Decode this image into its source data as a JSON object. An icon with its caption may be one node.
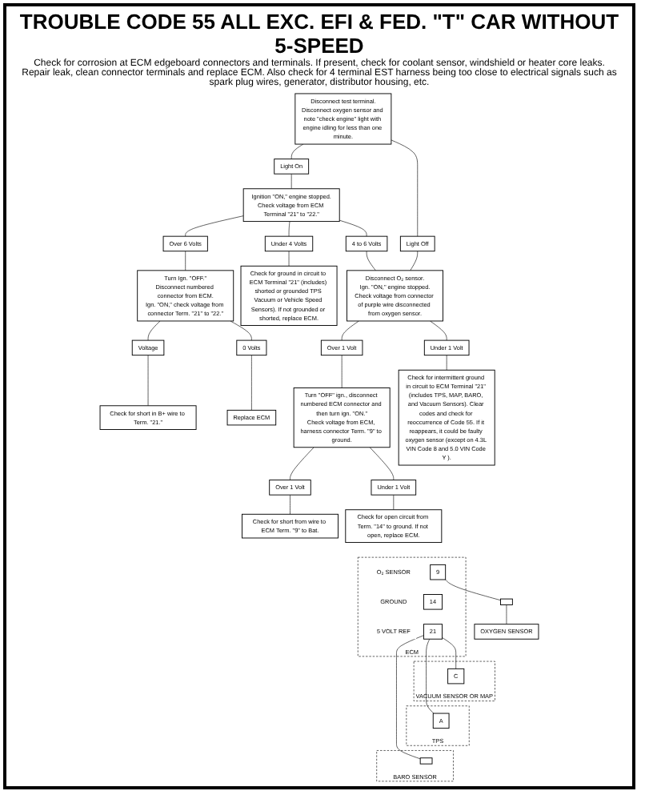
{
  "diagram": {
    "title": "TROUBLE CODE 55 ALL EXC. EFI & FED. \"T\" CAR WITHOUT 5-SPEED",
    "nodes": [
      {
        "text": [
          "Disconnect test terminal.",
          "Disconnect oxygen sensor and note \"check engine\" light with engine idling for less than one minute."
        ]
      },
      {
        "text": [
          "Light On"
        ]
      },
      {
        "text": [
          "Light Off"
        ]
      },
      {
        "text": [
          "Ignition \"ON,\" engine stopped.",
          "Check voltage from ECM Terminal \"21\" to \"22.\""
        ]
      },
      {
        "text": [
          "Over 6 Volts"
        ]
      },
      {
        "text": [
          "Under 4 Volts"
        ]
      },
      {
        "text": [
          "4 to 6 Volts"
        ]
      },
      {
        "text": [
          "Turn Ign. \"OFF.\"",
          "Disconnect numbered connector from ECM.",
          "Ign. \"ON,\" check voltage from connector Term. \"21\" to \"22.\""
        ]
      },
      {
        "text": [
          "Check for ground in circuit to ECM Terminal \"21\" (includes) shorted or grounded TPS Vacuum or Vehicle Speed Sensors). If not grounded or shorted, replace ECM."
        ]
      },
      {
        "text": [
          "Disconnect O₂ sensor.",
          "Ign. \"ON,\" engine stopped.",
          "Check voltage from connector of purple wire disconnected from oxygen sensor."
        ]
      },
      {
        "text": [
          "Voltage"
        ]
      },
      {
        "text": [
          "0 Volts"
        ]
      },
      {
        "text": [
          "Check for short in B+ wire to Term. \"21.\""
        ]
      },
      {
        "text": [
          "Replace ECM"
        ]
      },
      {
        "text": [
          "Over 1 Volt"
        ]
      },
      {
        "text": [
          "Under 1 Volt"
        ]
      },
      {
        "text": [
          "Turn \"OFF\" ign., disconnect numbered ECM connector and then turn ign. \"ON.\"",
          "Check voltage from ECM, harness connector Term. \"9\" to ground."
        ]
      },
      {
        "text": [
          "Check for intermittent ground in circuit to ECM Terminal \"21\" (includes TPS, MAP, BARO, and Vacuum Sensors). Clear codes and check for reoccurrence of Code 55. If it reappears, it could be faulty oxygen sensor (except on 4.3L VIN Code 8 and 5.0 VIN Code Y )."
        ]
      },
      {
        "text": [
          "Over 1 Volt"
        ]
      },
      {
        "text": [
          "Under 1 Volt"
        ]
      },
      {
        "text": [
          "Check for short from wire to ECM Term. \"9\" to Bat."
        ]
      },
      {
        "text": [
          "Check for open circuit from Term. \"14\" to ground. If not open, replace ECM."
        ]
      },
      {
        "text": [
          "ECM"
        ]
      },
      {
        "text": [
          "O₂ SENSOR"
        ],
        "in": 22
      },
      {
        "text": [
          "9"
        ],
        "in": 22
      },
      {
        "text": [
          "GROUND"
        ],
        "in": 22
      },
      {
        "text": [
          "14"
        ],
        "in": 22
      },
      {
        "text": [
          "5 VOLT REF"
        ],
        "in": 22
      },
      {
        "text": [
          "21"
        ],
        "in": 22
      },
      {
        "text": [],
        "shape": "box"
      },
      {
        "text": [
          "OXYGEN SENSOR"
        ]
      },
      {
        "text": [
          "VACUUM SENSOR OR MAP"
        ]
      },
      {
        "text": [
          "C"
        ],
        "in": 31
      },
      {
        "text": [
          "TPS"
        ]
      },
      {
        "text": [
          "A"
        ],
        "in": 33
      },
      {
        "text": [
          "BARO SENSOR"
        ]
      },
      {
        "text": [],
        "shape": "box",
        "in": 35
      }
    ],
    "edges": [
      {
        "from": 0,
        "to": 1,
        "arrow": "none"
      },
      {
        "from": 0,
        "to": 2,
        "arrow": "none"
      },
      {
        "from": 1,
        "to": 3,
        "arrow": "none"
      },
      {
        "from": 3,
        "to": 4,
        "arrow": "none"
      },
      {
        "from": 3,
        "to": 5,
        "arrow": "none"
      },
      {
        "from": 3,
        "to": 6,
        "arrow": "none"
      },
      {
        "from": 4,
        "to": 7,
        "arrow": "none"
      },
      {
        "from": 5,
        "to": 8,
        "arrow": "none"
      },
      {
        "from": 6,
        "to": 9,
        "arrow": "none"
      },
      {
        "from": 2,
        "to": 9,
        "arrow": "none"
      },
      {
        "from": 7,
        "to": 10,
        "arrow": "none"
      },
      {
        "from": 7,
        "to": 11,
        "arrow": "none"
      },
      {
        "from": 10,
        "to": 12,
        "arrow": "none"
      },
      {
        "from": 11,
        "to": 13,
        "arrow": "none"
      },
      {
        "from": 9,
        "to": 14,
        "arrow": "none"
      },
      {
        "from": 9,
        "to": 15,
        "arrow": "none"
      },
      {
        "from": 14,
        "to": 16,
        "arrow": "none"
      },
      {
        "from": 15,
        "to": 17,
        "arrow": "none"
      },
      {
        "from": 16,
        "to": 18,
        "arrow": "none"
      },
      {
        "from": 16,
        "to": 19,
        "arrow": "none"
      },
      {
        "from": 18,
        "to": 20,
        "arrow": "none"
      },
      {
        "from": 19,
        "to": 21,
        "arrow": "none"
      },
      {
        "from": 24,
        "to": 29,
        "arrow": "none"
      },
      {
        "from": 29,
        "to": 30,
        "arrow": "none"
      },
      {
        "from": 28,
        "to": 32,
        "arrow": "none"
      },
      {
        "from": 28,
        "to": 34,
        "arrow": "none"
      },
      {
        "from": 28,
        "to": 36,
        "arrow": "none"
      }
    ],
    "labels": [
      "Check for corrosion at ECM edgeboard connectors and terminals. If present, check for coolant sensor, windshield or heater core leaks. Repair leak, clean connector terminals and replace ECM. Also check for 4 terminal EST harness being too close to electrical signals such as spark plug wires, generator, distributor housing, etc."
    ]
  }
}
